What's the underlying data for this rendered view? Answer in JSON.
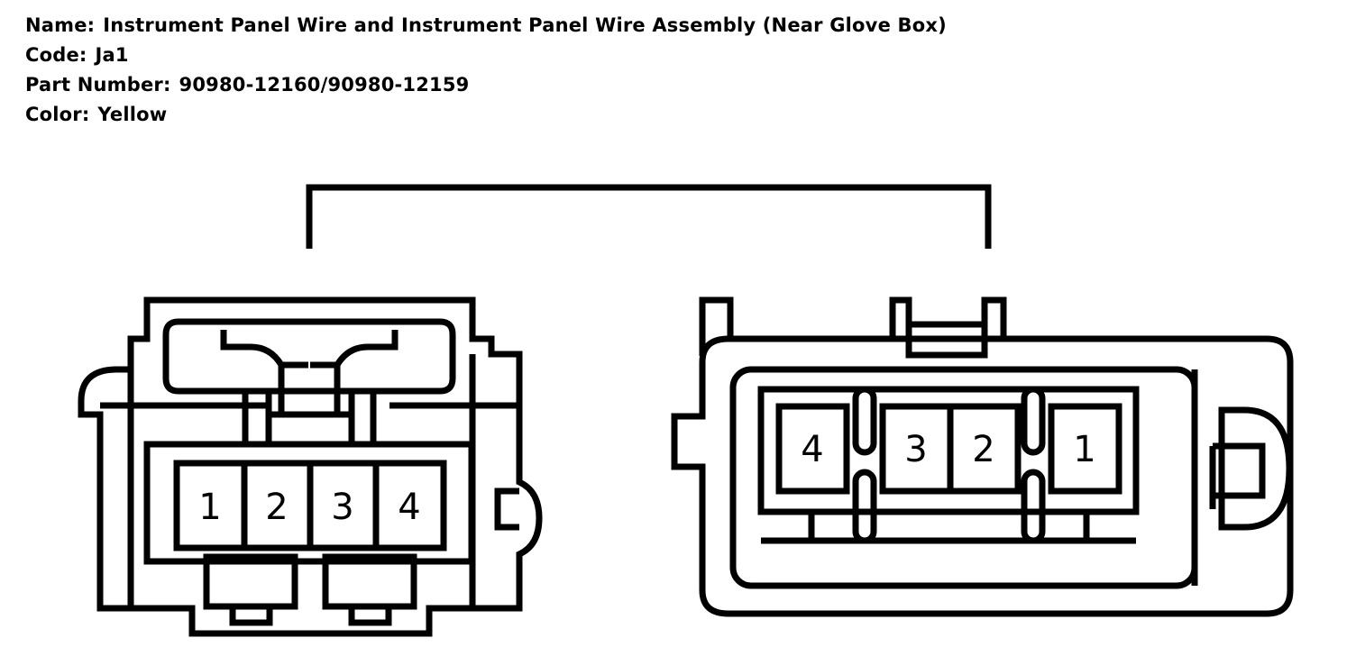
{
  "header": {
    "name_label": "Name:",
    "name_value": "Instrument Panel Wire and Instrument Panel Wire Assembly (Near Glove Box)",
    "code_label": "Code:",
    "code_value": "Ja1",
    "part_label": "Part Number:",
    "part_value": "90980-12160/90980-12159",
    "color_label": "Color:",
    "color_value": "Yellow"
  },
  "left_connector": {
    "pins": [
      "1",
      "2",
      "3",
      "4"
    ]
  },
  "right_connector": {
    "pins": [
      "4",
      "3",
      "2",
      "1"
    ]
  }
}
